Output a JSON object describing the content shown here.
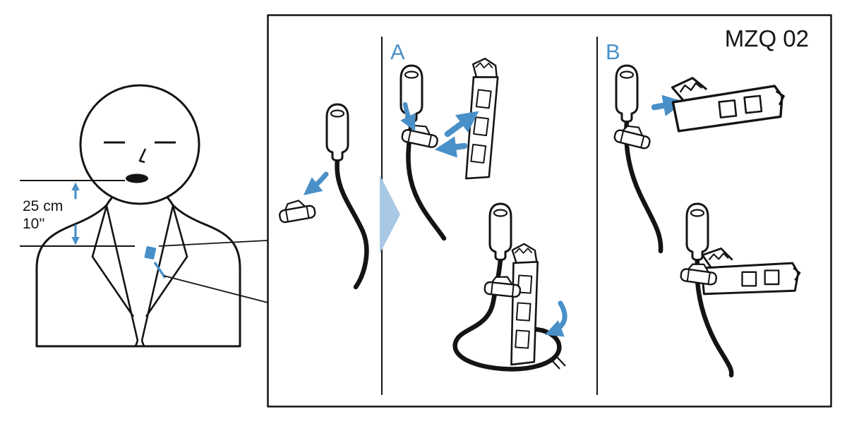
{
  "title": "MZQ 02",
  "colors": {
    "accent_blue": "#4a90c8",
    "callout_blue": "#a9c8e4",
    "ink": "#141414",
    "background": "#ffffff"
  },
  "person_panel": {
    "distance_cm": "25 cm",
    "distance_inches": "10''",
    "icons": [
      "person-figure",
      "lapel-clip-indicator",
      "measure-arrow-up-icon",
      "measure-arrow-down-icon"
    ]
  },
  "steps": [
    {
      "id": "overview",
      "label": "",
      "pictogram": "lavalier-mic-and-cable-clip"
    },
    {
      "id": "method-a",
      "label": "A",
      "pictogram": "insert-clip-into-vertical-mount-then-wrap-cable"
    },
    {
      "id": "method-b",
      "label": "B",
      "pictogram": "insert-clip-into-crocodile-mount"
    }
  ]
}
